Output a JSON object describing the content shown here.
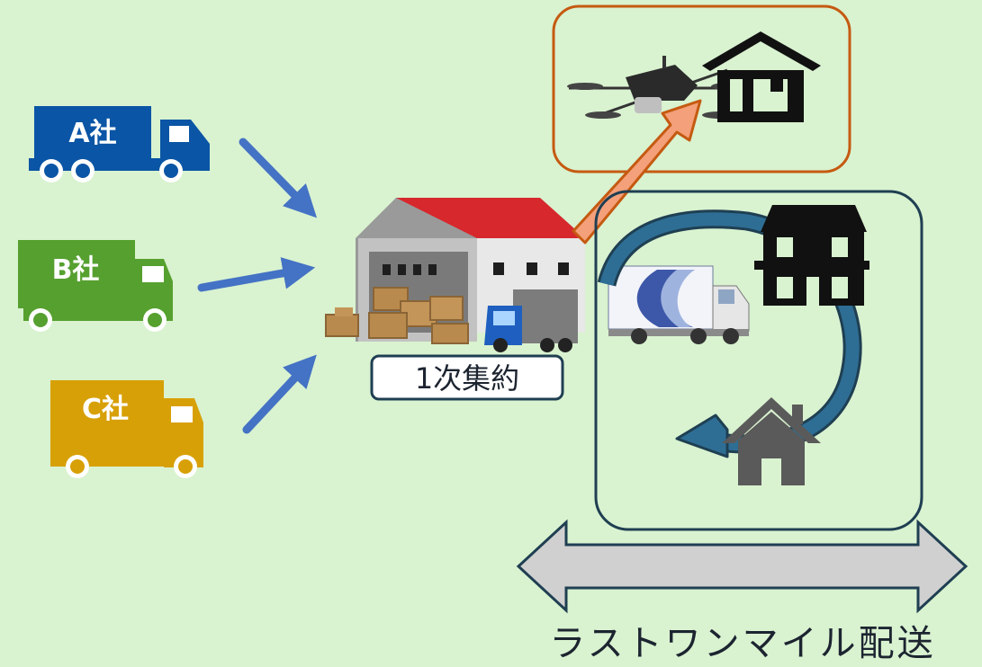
{
  "trucks": [
    {
      "label": "A社",
      "color": "#0a55a5"
    },
    {
      "label": "B社",
      "color": "#56a02f"
    },
    {
      "label": "C社",
      "color": "#d8a007"
    }
  ],
  "consolidation": {
    "label": "1次集約"
  },
  "last_mile": {
    "label": "ラストワンマイル配送"
  },
  "colors": {
    "background": "#d9f2d0",
    "arrow_blue": "#4472c4",
    "drone_box_border": "#c55a11",
    "delivery_box_border": "#1f3f52",
    "drone_arrow": "#f4a07a",
    "loop_arrow": "#2e6e95",
    "span_arrow_fill": "#d0d0d0"
  },
  "icons": [
    "truck-icon",
    "warehouse-icon",
    "drone-icon",
    "house-icon",
    "apartment-icon",
    "delivery-truck-icon"
  ]
}
